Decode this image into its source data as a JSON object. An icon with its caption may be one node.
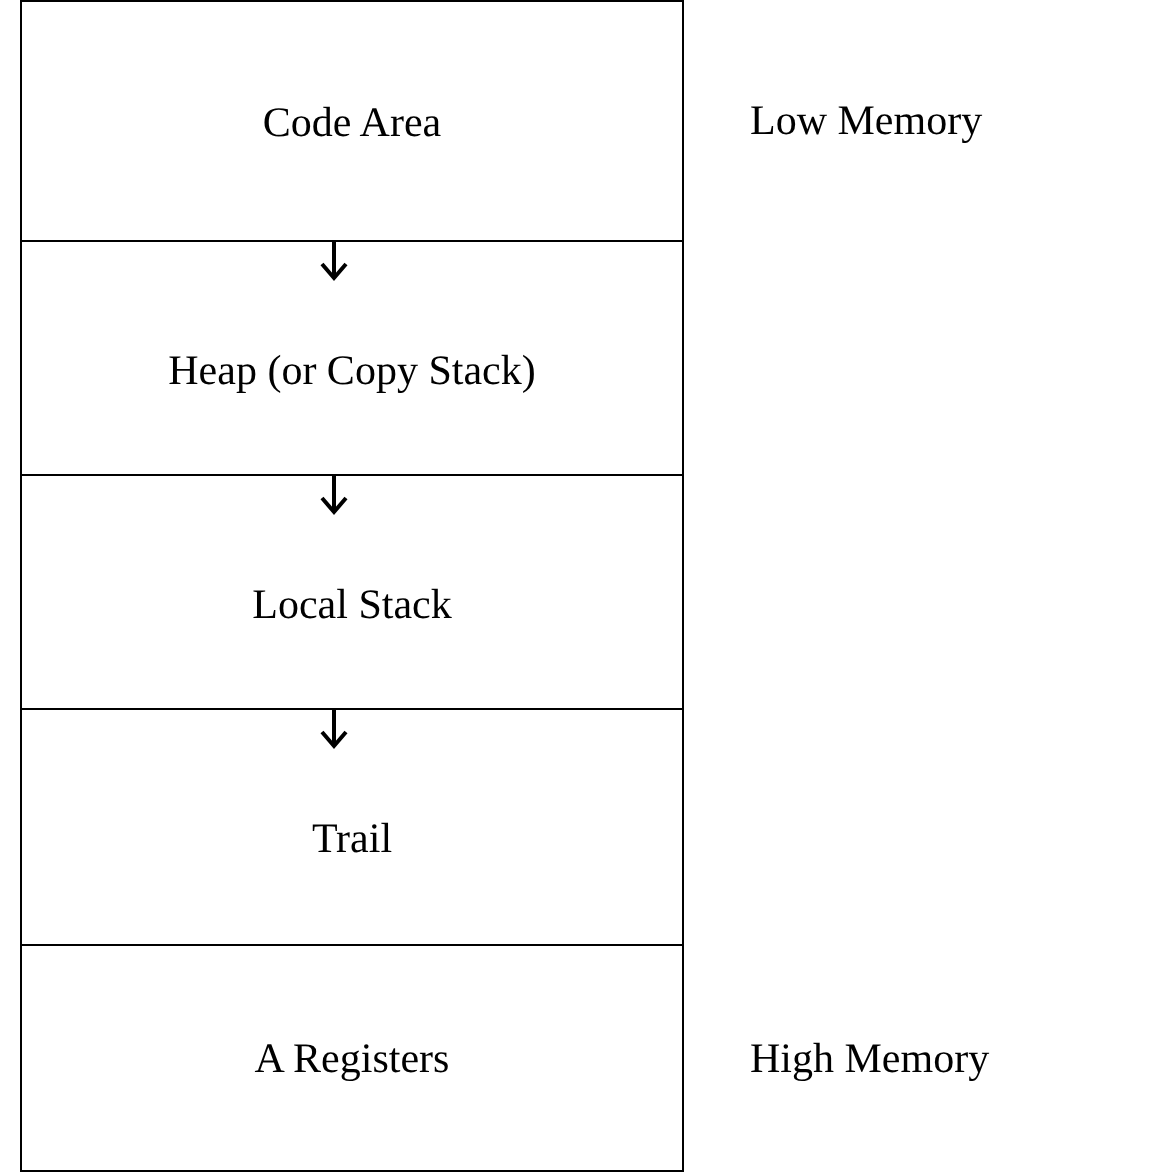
{
  "diagram": {
    "nodes": [
      {
        "text": [
          "Code Area"
        ],
        "beside": [
          "Low Memory"
        ]
      },
      {
        "text": [
          "Heap (or Copy Stack)"
        ]
      },
      {
        "text": [
          "Local Stack"
        ]
      },
      {
        "text": [
          "Trail"
        ]
      },
      {
        "text": [
          "A Registers"
        ],
        "beside": [
          "High Memory"
        ]
      }
    ]
  }
}
